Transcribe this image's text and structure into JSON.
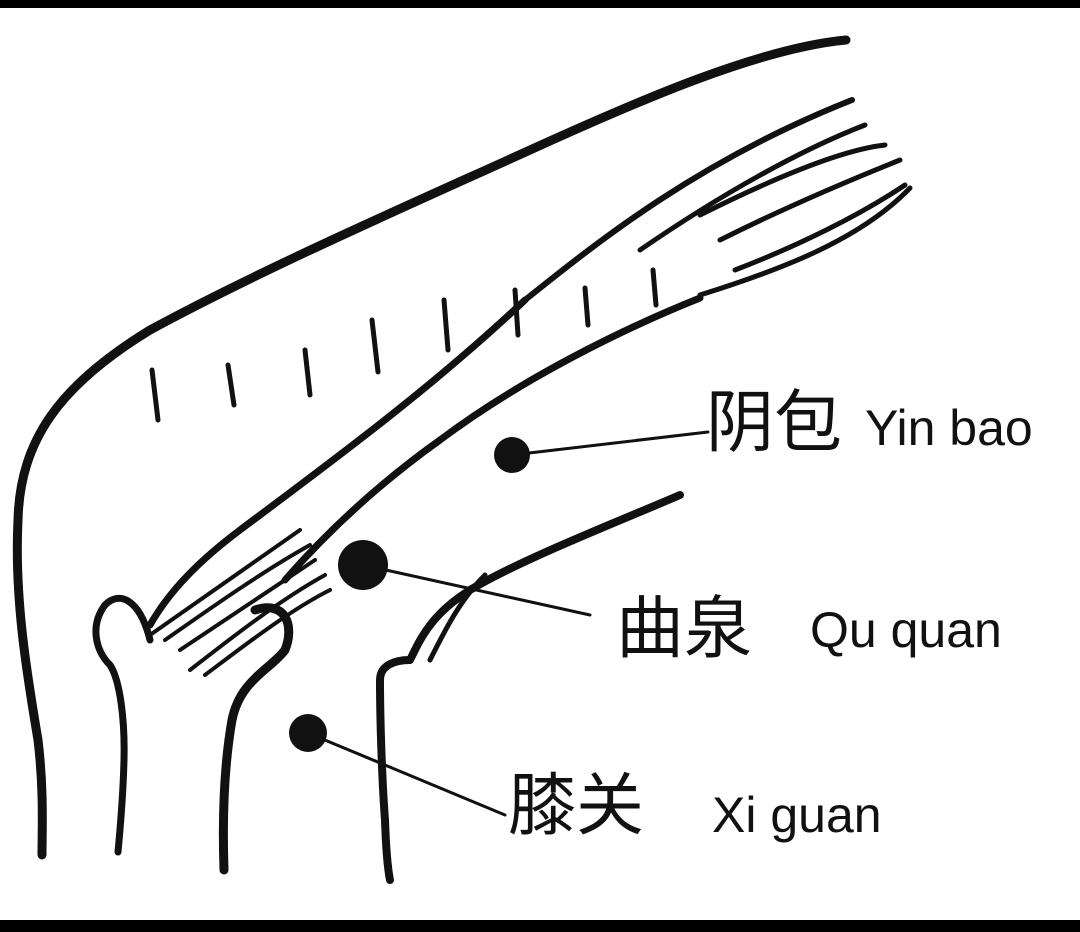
{
  "diagram": {
    "points": [
      {
        "id": "yin-bao",
        "chinese": "阴包",
        "pinyin": "Yin bao"
      },
      {
        "id": "qu-quan",
        "chinese": "曲泉",
        "pinyin": "Qu quan"
      },
      {
        "id": "xi-guan",
        "chinese": "膝关",
        "pinyin": "Xi guan"
      }
    ]
  },
  "colors": {
    "ink": "#111111",
    "paper": "#ffffff",
    "frame": "#000000"
  }
}
